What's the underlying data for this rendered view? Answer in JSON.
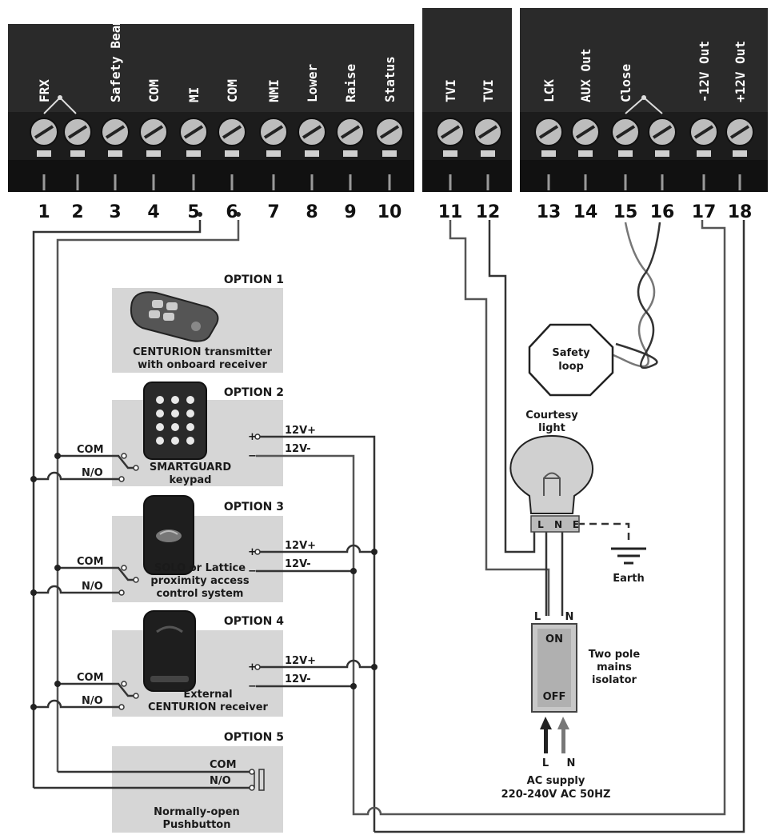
{
  "terminals": [
    {
      "num": "1",
      "label": "FRX"
    },
    {
      "num": "2",
      "label": ""
    },
    {
      "num": "3",
      "label": "Safety Beam"
    },
    {
      "num": "4",
      "label": "COM"
    },
    {
      "num": "5",
      "label": "MI"
    },
    {
      "num": "6",
      "label": "COM"
    },
    {
      "num": "7",
      "label": "NMI"
    },
    {
      "num": "8",
      "label": "Lower"
    },
    {
      "num": "9",
      "label": "Raise"
    },
    {
      "num": "10",
      "label": "Status"
    },
    {
      "num": "11",
      "label": "TVI"
    },
    {
      "num": "12",
      "label": "TVI"
    },
    {
      "num": "13",
      "label": "LCK"
    },
    {
      "num": "14",
      "label": "AUX Out"
    },
    {
      "num": "15",
      "label": "Close"
    },
    {
      "num": "16",
      "label": ""
    },
    {
      "num": "17",
      "label": "-12V Out"
    },
    {
      "num": "18",
      "label": "+12V Out"
    }
  ],
  "options": [
    {
      "title": "OPTION 1",
      "line1": "CENTURION transmitter",
      "line2": "with onboard receiver"
    },
    {
      "title": "OPTION 2",
      "line1": "SMARTGUARD",
      "line2": "keypad"
    },
    {
      "title": "OPTION 3",
      "line1": "SOLO or Lattice",
      "line2": "proximity access",
      "line3": "control system"
    },
    {
      "title": "OPTION 4",
      "line1": "External",
      "line2": "CENTURION receiver"
    },
    {
      "title": "OPTION 5",
      "line1": "Normally-open",
      "line2": "Pushbutton"
    }
  ],
  "contacts": {
    "com": "COM",
    "no": "N/O"
  },
  "power": {
    "pos": "12V+",
    "neg": "12V-",
    "plus": "+",
    "minus": "−"
  },
  "safety_loop": {
    "line1": "Safety",
    "line2": "loop"
  },
  "light": {
    "line1": "Courtesy",
    "line2": "light",
    "l": "L",
    "n": "N",
    "e": "E"
  },
  "earth": "Earth",
  "isolator": {
    "on": "ON",
    "off": "OFF",
    "l": "L",
    "n": "N",
    "line1": "Two pole",
    "line2": "mains",
    "line3": "isolator"
  },
  "supply": {
    "l": "L",
    "n": "N",
    "line1": "AC supply",
    "line2": "220-240V AC 50HZ"
  },
  "colors": {
    "block": "#1c1c1c",
    "box": "#d6d6d6",
    "wire": "#333333"
  }
}
